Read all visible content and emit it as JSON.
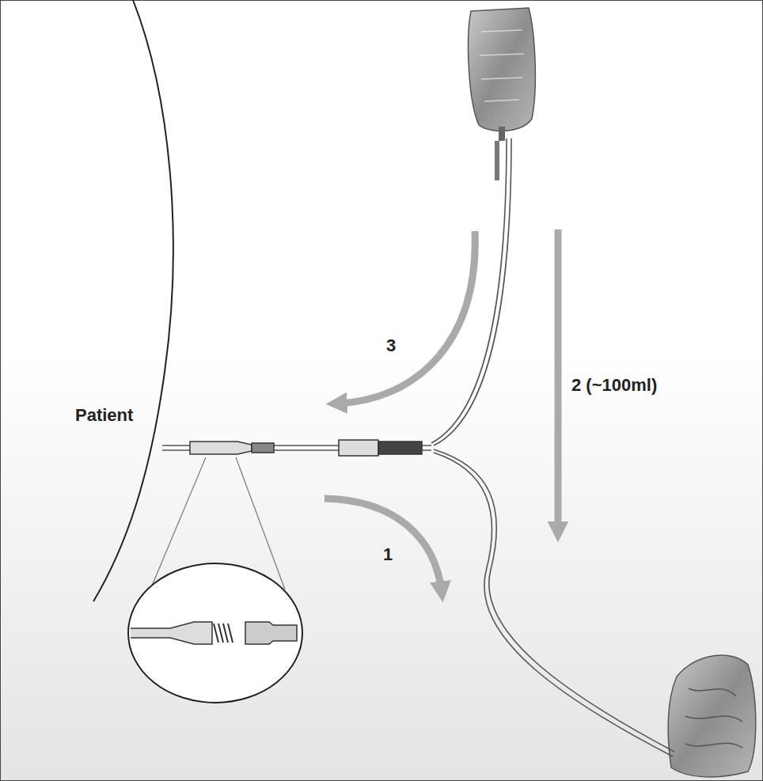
{
  "diagram": {
    "labels": [
      "Patient",
      "3",
      "2 (~100ml)",
      "1"
    ]
  }
}
